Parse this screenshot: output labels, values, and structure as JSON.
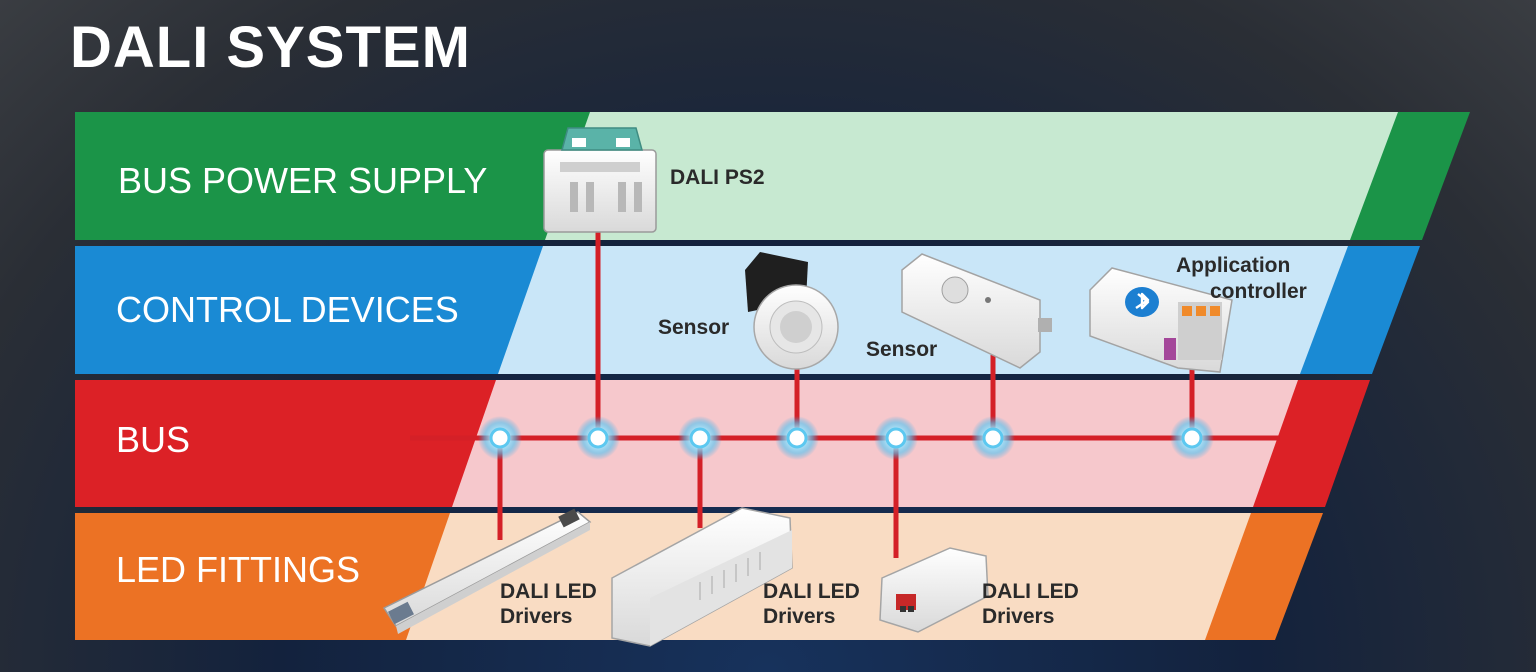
{
  "title": "DALI SYSTEM",
  "layers": {
    "bus_power_supply": "BUS POWER SUPPLY",
    "control_devices": "CONTROL DEVICES",
    "bus": "BUS",
    "led_fittings": "LED FITTINGS"
  },
  "devices": {
    "power_supply": "DALI PS2",
    "sensor_round": "Sensor",
    "sensor_box": "Sensor",
    "app_controller_line1": "Application",
    "app_controller_line2": "controller",
    "driver1_line1": "DALI LED",
    "driver1_line2": "Drivers",
    "driver2_line1": "DALI LED",
    "driver2_line2": "Drivers",
    "driver3_line1": "DALI LED",
    "driver3_line2": "Drivers"
  },
  "colors": {
    "green": "#1b9448",
    "blue": "#1a8ad4",
    "red": "#dc2126",
    "orange": "#ec7224",
    "wire": "#d42027",
    "node_glow": "#7fd8ff"
  },
  "icons": {
    "bluetooth": "bluetooth-icon"
  }
}
